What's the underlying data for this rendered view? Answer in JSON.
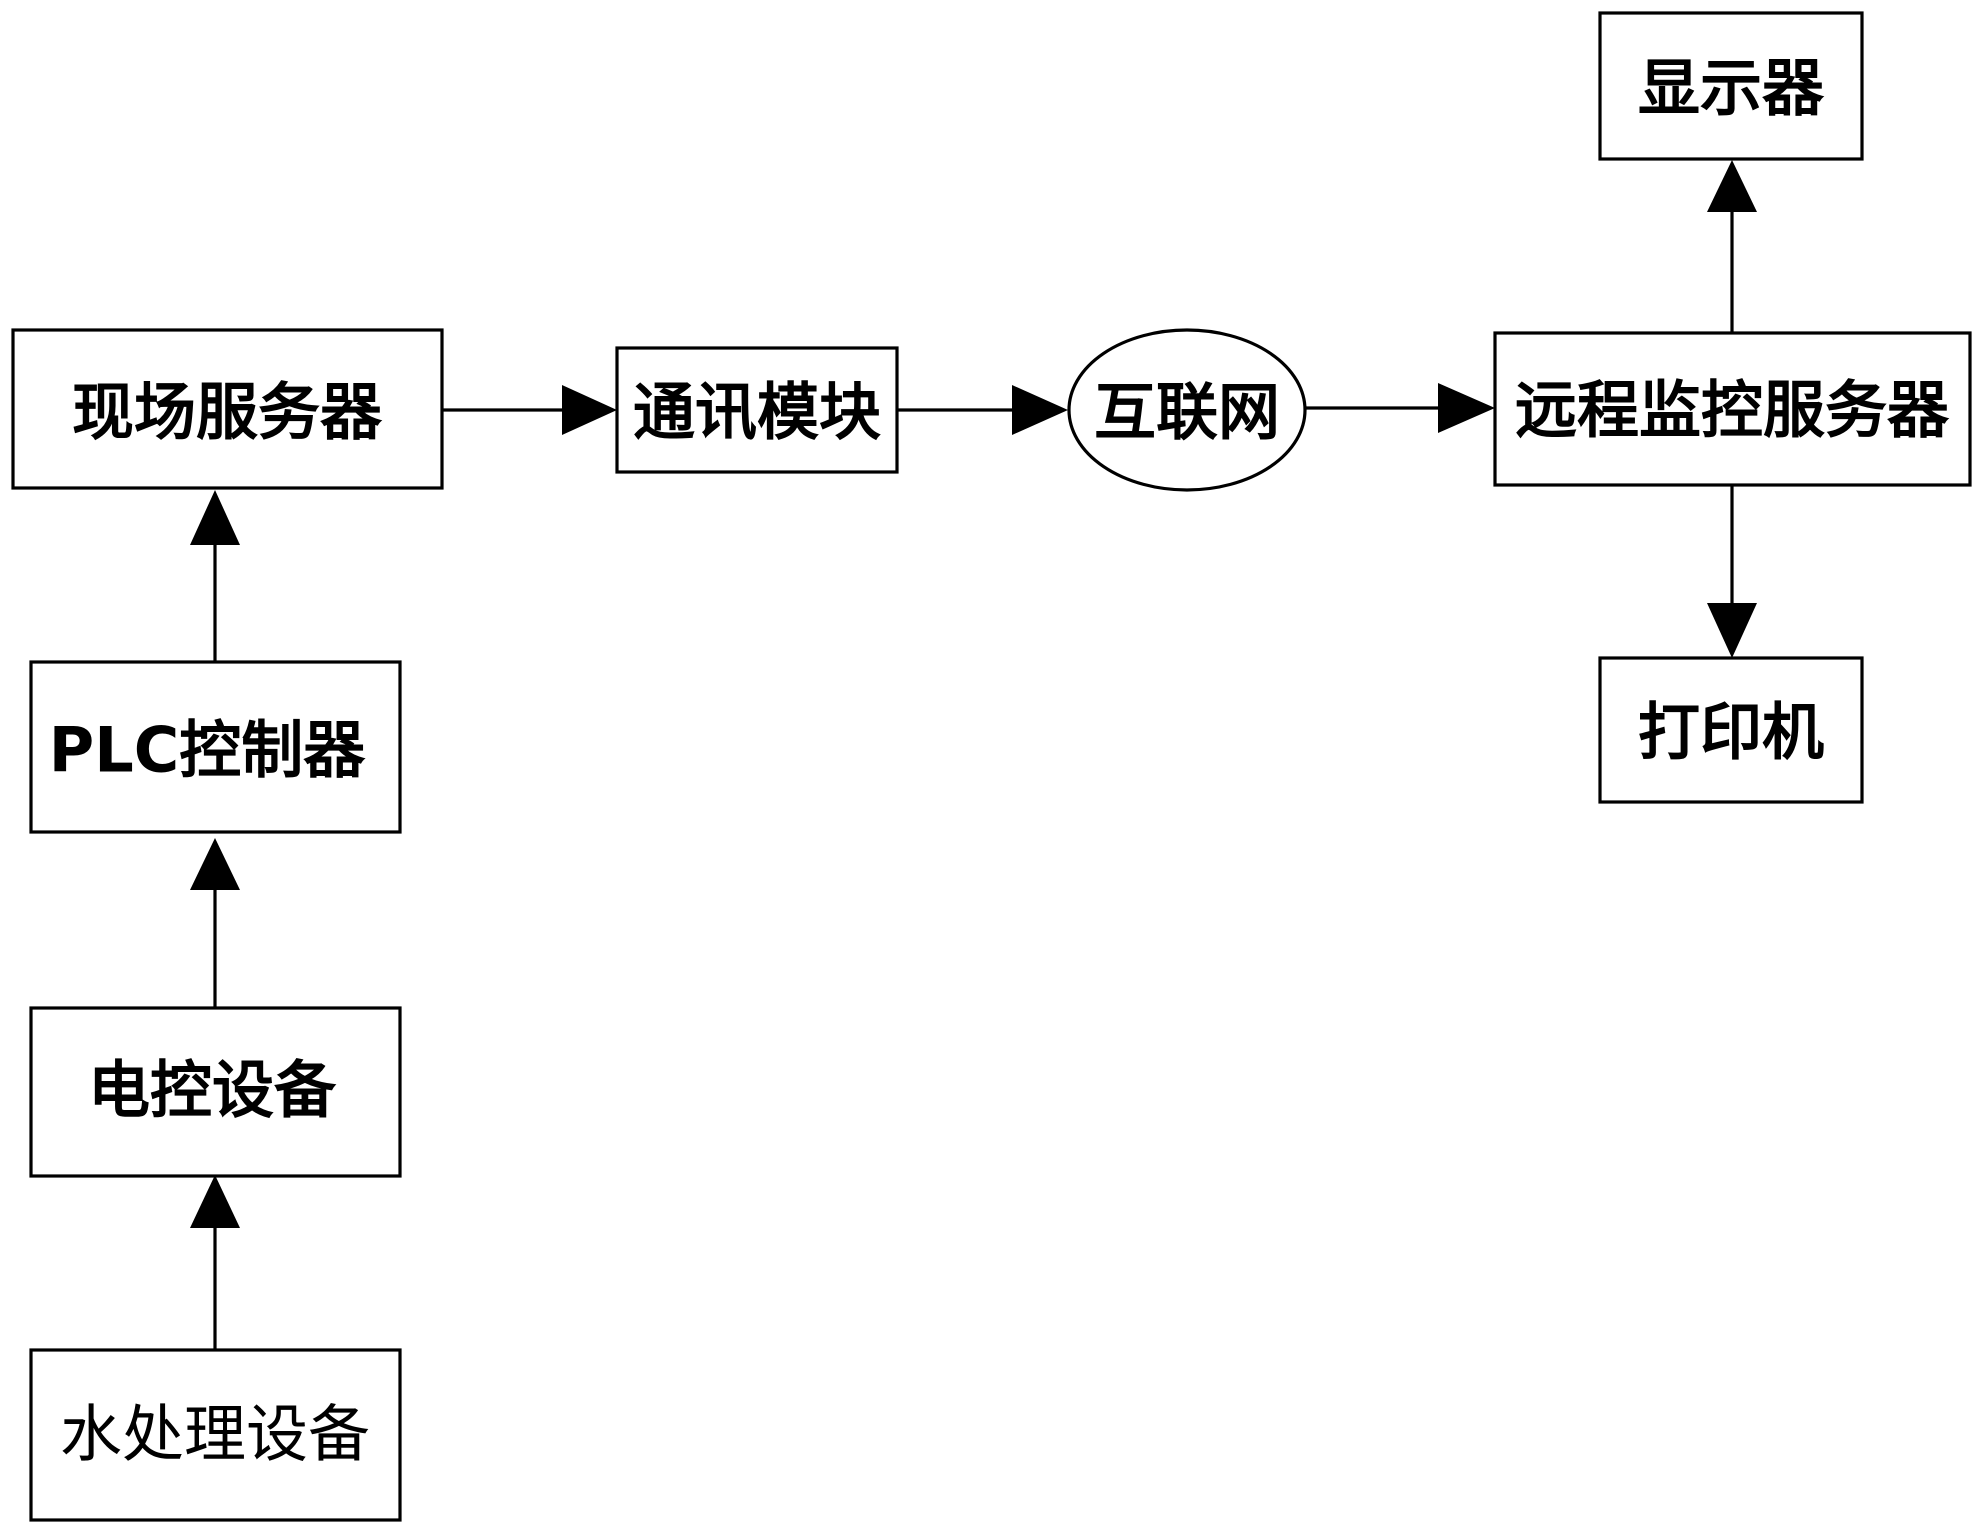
{
  "nodes": {
    "site_server": "现场服务器",
    "plc_controller": "PLC控制器",
    "electric_equipment": "电控设备",
    "water_treatment_equipment": "水处理设备",
    "comm_module": "通讯模块",
    "internet": "互联网",
    "remote_server": "远程监控服务器",
    "display": "显示器",
    "printer": "打印机"
  },
  "edges": [
    {
      "from": "water_treatment_equipment",
      "to": "electric_equipment"
    },
    {
      "from": "electric_equipment",
      "to": "plc_controller"
    },
    {
      "from": "plc_controller",
      "to": "site_server"
    },
    {
      "from": "site_server",
      "to": "comm_module"
    },
    {
      "from": "comm_module",
      "to": "internet"
    },
    {
      "from": "internet",
      "to": "remote_server"
    },
    {
      "from": "remote_server",
      "to": "display"
    },
    {
      "from": "remote_server",
      "to": "printer"
    }
  ]
}
